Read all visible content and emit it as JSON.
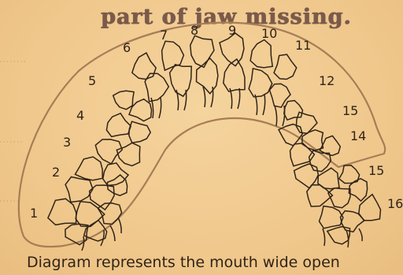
{
  "heading": "part of jaw missing.",
  "caption": "Diagram represents the mouth wide open",
  "tooth_numbers": [
    "1",
    "2",
    "3",
    "4",
    "5",
    "6",
    "7",
    "8",
    "9",
    "10",
    "11",
    "12",
    "15",
    "14",
    "15",
    "16"
  ],
  "colors": {
    "paper": "#f0c98e",
    "ink": "#2f2418",
    "heading": "#7a5a4a",
    "outline": "#a77d56"
  }
}
